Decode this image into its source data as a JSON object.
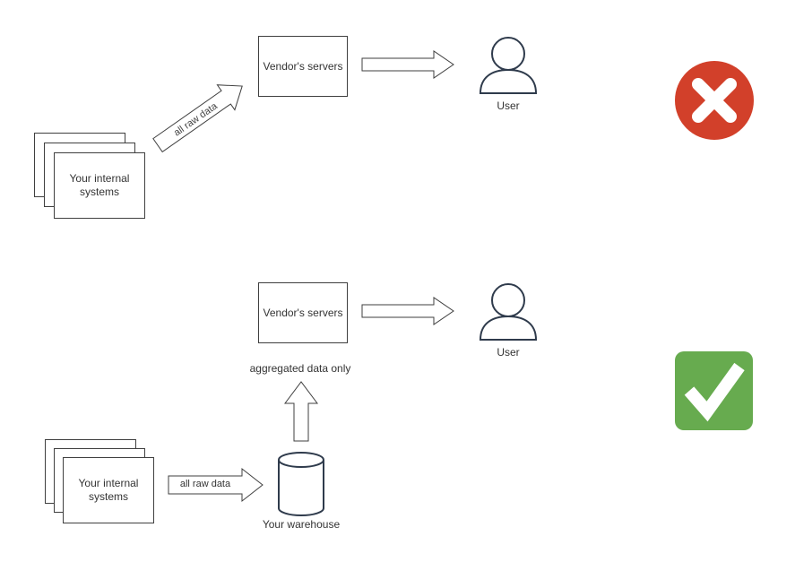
{
  "diagram": {
    "top_flow": {
      "internal_systems_label": "Your internal systems",
      "raw_data_arrow_label": "all raw data",
      "vendor_box_label": "Vendor's servers",
      "user_label": "User",
      "status": "rejected"
    },
    "bottom_flow": {
      "internal_systems_label": "Your internal systems",
      "raw_data_arrow_label": "all raw data",
      "warehouse_label": "Your warehouse",
      "aggregated_arrow_label": "aggregated data only",
      "vendor_box_label": "Vendor's servers",
      "user_label": "User",
      "status": "approved"
    },
    "colors": {
      "shape_stroke": "#2f3b4c",
      "box_border": "#3f3f3f",
      "text": "#333333",
      "cross_red": "#d2402a",
      "check_green": "#67ab4f",
      "background": "#ffffff"
    }
  }
}
